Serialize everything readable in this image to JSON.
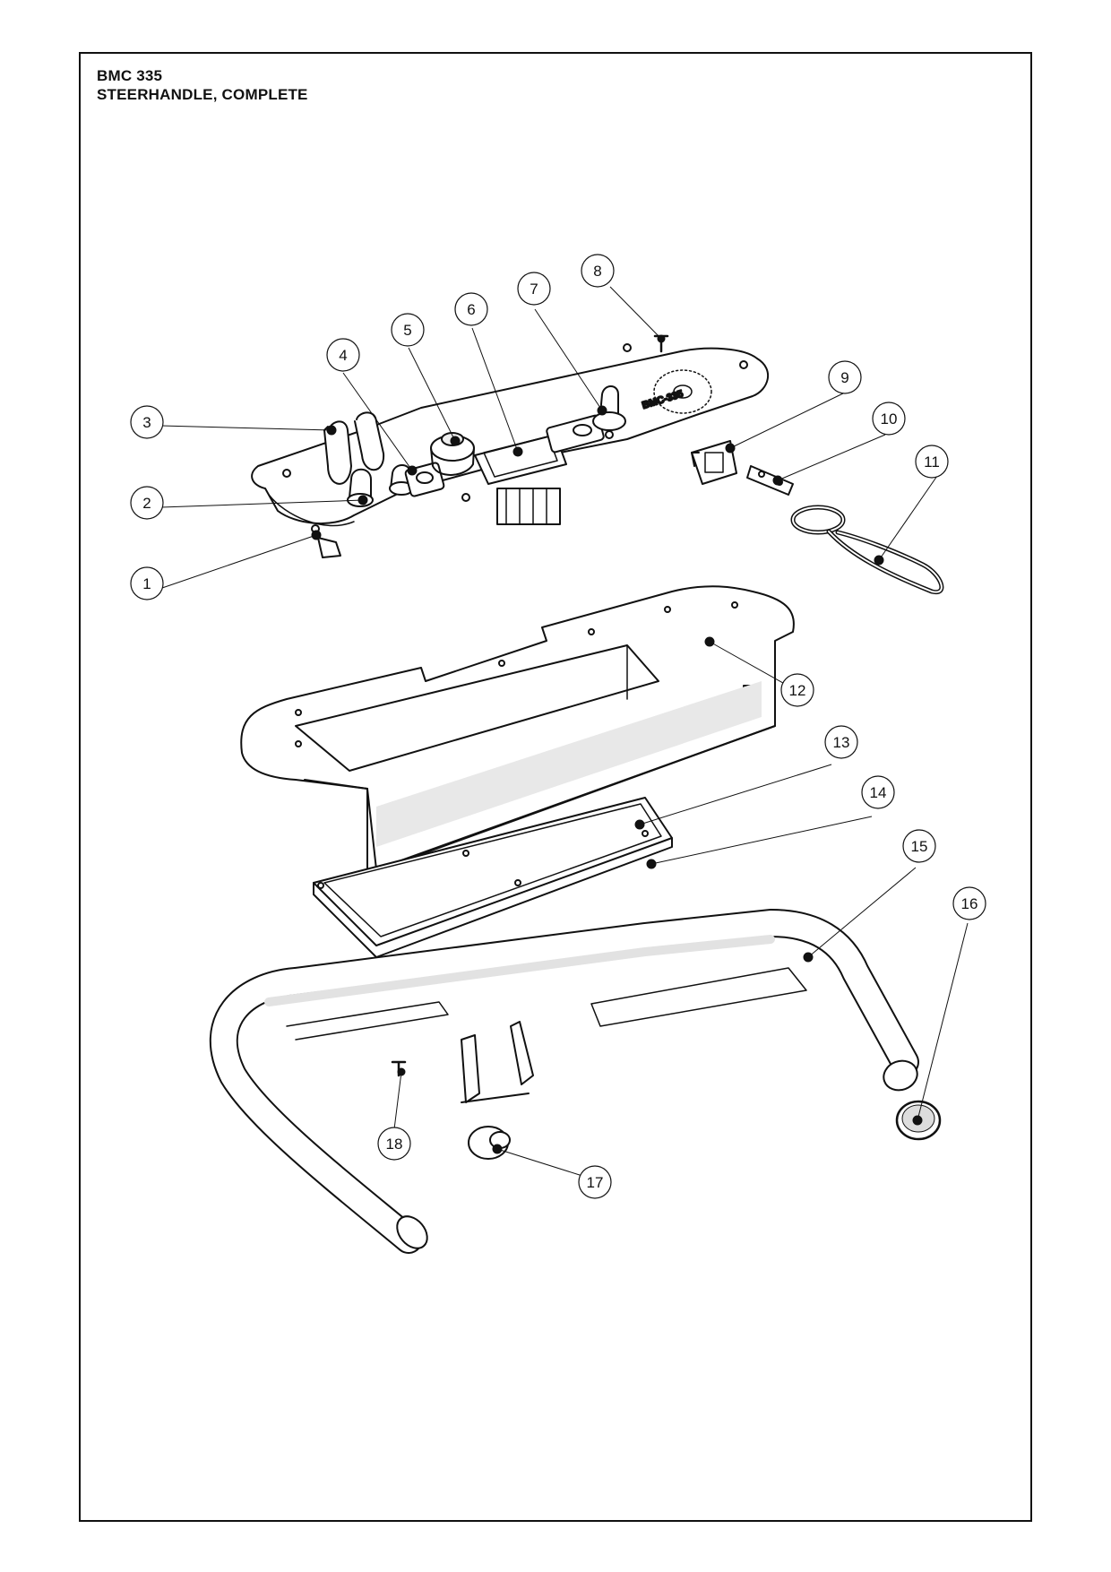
{
  "document": {
    "model": "BMC 335",
    "title": "STEERHANDLE, COMPLETE"
  },
  "panel_text": "BMC-335",
  "callouts": [
    {
      "id": "callout-1",
      "label": "1"
    },
    {
      "id": "callout-2",
      "label": "2"
    },
    {
      "id": "callout-3",
      "label": "3"
    },
    {
      "id": "callout-4",
      "label": "4"
    },
    {
      "id": "callout-5",
      "label": "5"
    },
    {
      "id": "callout-6",
      "label": "6"
    },
    {
      "id": "callout-7",
      "label": "7"
    },
    {
      "id": "callout-8",
      "label": "8"
    },
    {
      "id": "callout-9",
      "label": "9"
    },
    {
      "id": "callout-10",
      "label": "10"
    },
    {
      "id": "callout-11",
      "label": "11"
    },
    {
      "id": "callout-12",
      "label": "12"
    },
    {
      "id": "callout-13",
      "label": "13"
    },
    {
      "id": "callout-14",
      "label": "14"
    },
    {
      "id": "callout-15",
      "label": "15"
    },
    {
      "id": "callout-16",
      "label": "16"
    },
    {
      "id": "callout-17",
      "label": "17"
    },
    {
      "id": "callout-18",
      "label": "18"
    }
  ]
}
